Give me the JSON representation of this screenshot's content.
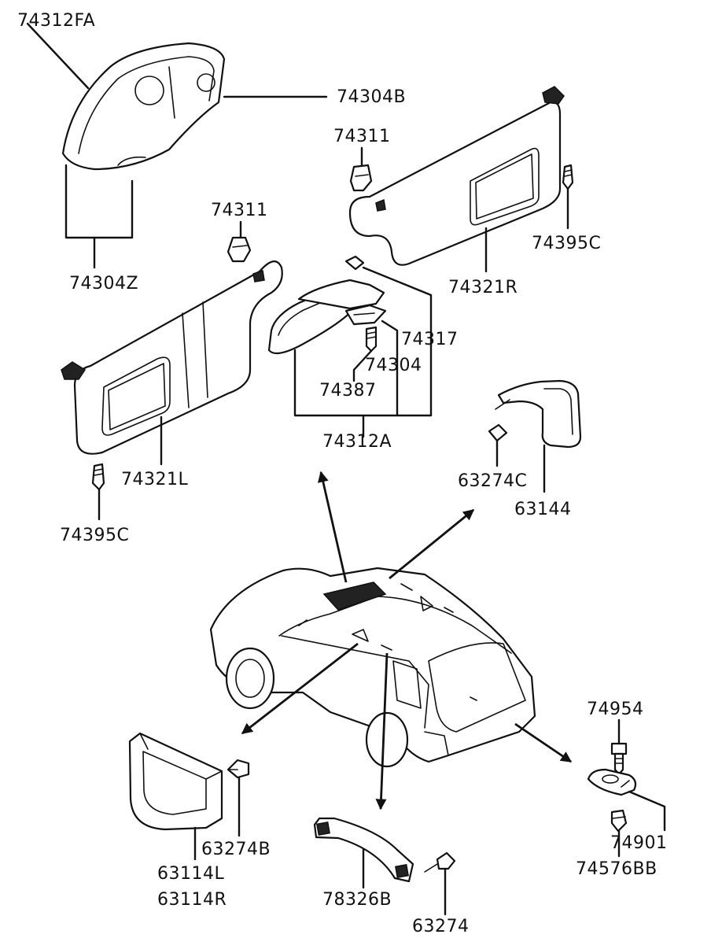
{
  "labels": {
    "p74312FA": "74312FA",
    "p74304B": "74304B",
    "p74304Z": "74304Z",
    "p74311_right": "74311",
    "p74311_left": "74311",
    "p74395C_right": "74395C",
    "p74321R": "74321R",
    "p74317": "74317",
    "p74304": "74304",
    "p74387": "74387",
    "p74312A": "74312A",
    "p74321L": "74321L",
    "p74395C_left": "74395C",
    "p63274C": "63274C",
    "p63144": "63144",
    "p74954": "74954",
    "p74901": "74901",
    "p74576BB": "74576BB",
    "p63274B": "63274B",
    "p63114L": "63114L",
    "p63114R": "63114R",
    "p78326B": "78326B",
    "p63274": "63274"
  }
}
